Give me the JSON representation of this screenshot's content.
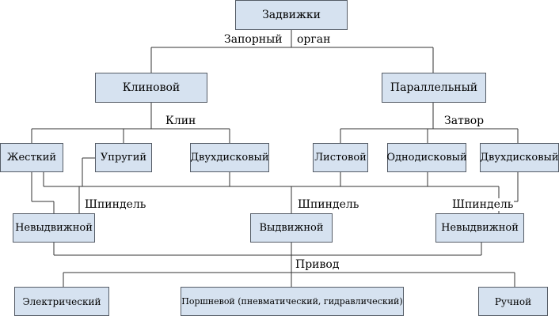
{
  "nodes": {
    "root": "Задвижки",
    "wedge": "Клиновой",
    "parallel": "Параллельный",
    "rigid": "Жесткий",
    "elastic": "Упругий",
    "double_disk_wedge": "Двухдисковый",
    "sheet": "Листовой",
    "single_disk": "Однодисковый",
    "double_disk_parallel": "Двухдисковый",
    "non_rising_left": "Невыдвижной",
    "rising": "Выдвижной",
    "non_rising_right": "Невыдвижной",
    "electric": "Электрический",
    "piston": "Поршневой (пневматический, гидравлический)",
    "manual": "Ручной"
  },
  "labels": {
    "shutoff_1": "Запорный",
    "shutoff_2": "орган",
    "wedge_label": "Клин",
    "gate_label": "Затвор",
    "spindle_left": "Шпиндель",
    "spindle_center": "Шпиндель",
    "spindle_right": "Шпиндель",
    "drive": "Привод"
  }
}
